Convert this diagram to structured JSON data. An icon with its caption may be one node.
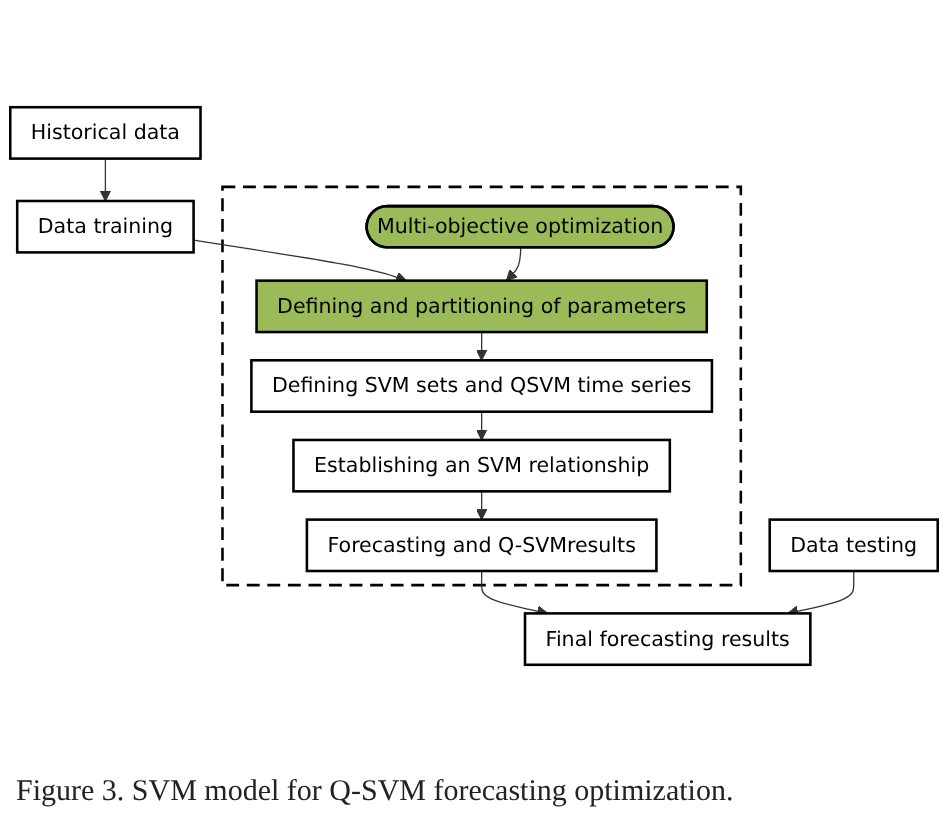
{
  "diagram": {
    "caption": "Figure 3. SVM model for Q-SVM forecasting optimization.",
    "nodes": [
      {
        "text": [
          "Historical data"
        ]
      },
      {
        "text": [
          "Data training"
        ]
      },
      {
        "text": [],
        "shape": "box"
      },
      {
        "text": [
          "Defining and partitioning of parameters"
        ],
        "in": 2
      },
      {
        "text": [
          "Defining SVM sets and QSVM time series"
        ],
        "in": 2
      },
      {
        "text": [
          "Establishing an SVM relationship"
        ],
        "in": 2
      },
      {
        "text": [
          "Forecasting and Q-SVMresults"
        ],
        "in": 2
      },
      {
        "text": [
          "Multi-objective optimization"
        ],
        "in": 2
      },
      {
        "text": [
          "Final forecasting results"
        ]
      },
      {
        "text": [
          "Data testing"
        ]
      }
    ],
    "edges": [
      {
        "from": 0,
        "to": 1,
        "arrow": "to"
      },
      {
        "from": 1,
        "to": 3,
        "arrow": "to"
      },
      {
        "from": 3,
        "to": 4,
        "arrow": "to"
      },
      {
        "from": 4,
        "to": 5,
        "arrow": "to"
      },
      {
        "from": 5,
        "to": 6,
        "arrow": "to"
      },
      {
        "from": 7,
        "to": 3,
        "arrow": "to"
      },
      {
        "from": 6,
        "to": 8,
        "arrow": "to"
      },
      {
        "from": 9,
        "to": 8,
        "arrow": "to"
      }
    ]
  }
}
